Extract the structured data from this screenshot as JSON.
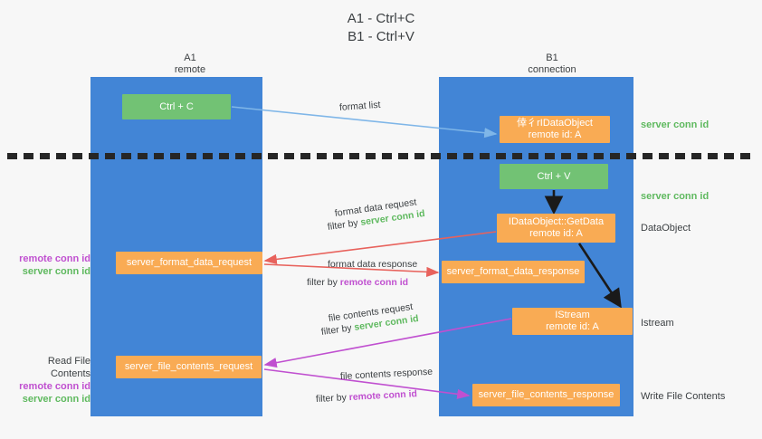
{
  "title": "A1 - Ctrl+C\nB1 - Ctrl+V",
  "columns": {
    "left": {
      "name": "A1",
      "role": "remote",
      "label": "A1\nremote"
    },
    "right": {
      "name": "B1",
      "role": "connection",
      "label": "B1\nconnection"
    }
  },
  "colors": {
    "lane": "#4285d6",
    "green_node": "#72c274",
    "orange_node": "#f9ab54",
    "server_conn_id": "#5fb95f",
    "remote_conn_id": "#c050d0",
    "arrow_blue": "#7fb6e8",
    "arrow_red": "#e8625c",
    "arrow_magenta": "#c050d0",
    "arrow_black": "#1a1a1a",
    "dash_line": "#262626",
    "background": "#f7f7f7"
  },
  "nodes": {
    "ctrl_c": "Ctrl + C",
    "idataobject": "倖彳rIDataObject\nremote id: A",
    "ctrl_v": "Ctrl + V",
    "getdata": "IDataObject::GetData\nremote id: A",
    "format_data_request": "server_format_data_request",
    "format_data_response": "server_format_data_response",
    "istream": "IStream\nremote id: A",
    "file_contents_request": "server_file_contents_request",
    "file_contents_response": "server_file_contents_response"
  },
  "edge_labels": {
    "format_list": "format list",
    "format_data_request": "format data request",
    "format_data_request_filter_prefix": "filter by ",
    "format_data_request_filter_value": "server conn id",
    "format_data_response": "format data response",
    "format_data_response_filter_prefix": "filter by ",
    "format_data_response_filter_value": "remote conn id",
    "file_contents_request": "file contents request",
    "file_contents_request_filter_prefix": "filter by ",
    "file_contents_request_filter_value": "server conn id",
    "file_contents_response": "file contents response",
    "file_contents_response_filter_prefix": "filter by ",
    "file_contents_response_filter_value": "remote conn id"
  },
  "annotations": {
    "right": {
      "server_conn_id_top": "server conn id",
      "server_conn_id_mid": "server conn id",
      "dataobject": "DataObject",
      "istream": "Istream",
      "write_file_contents": "Write File Contents"
    },
    "left": {
      "remote_conn_id_1": "remote conn id",
      "server_conn_id_1": "server conn id",
      "read_file_contents": "Read File Contents",
      "remote_conn_id_2": "remote conn id",
      "server_conn_id_2": "server conn id"
    }
  }
}
